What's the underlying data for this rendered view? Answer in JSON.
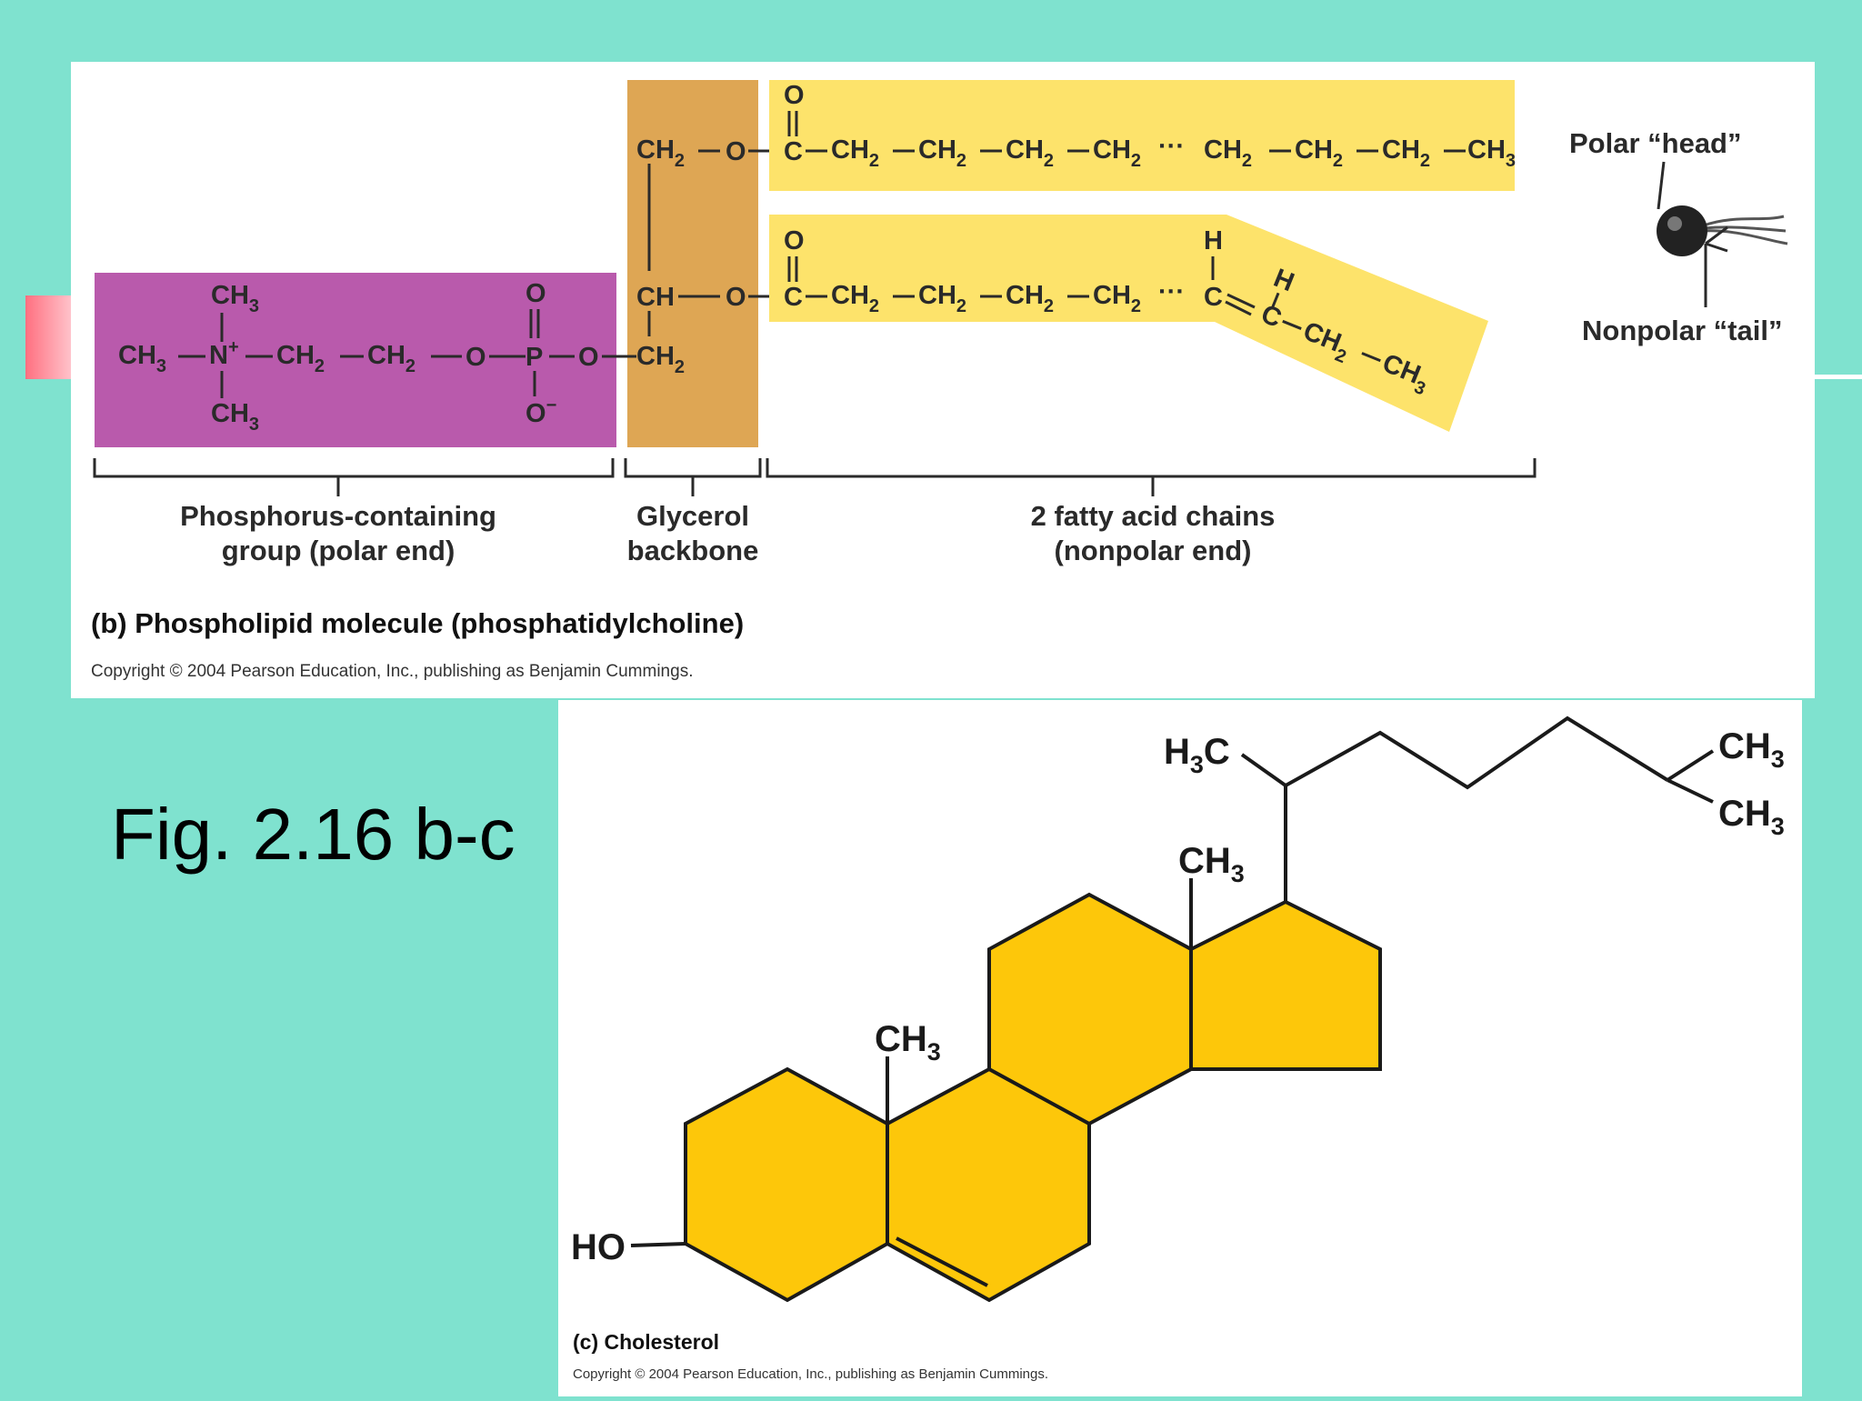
{
  "figure_label": "Fig. 2.16 b-c",
  "panel_b": {
    "caption": "(b) Phospholipid molecule (phosphatidylcholine)",
    "copyright": "Copyright © 2004 Pearson Education, Inc., publishing as Benjamin Cummings.",
    "regions": {
      "phosphorus_group": {
        "line1": "Phosphorus-containing",
        "line2": "group (polar end)",
        "color": "#b95aac"
      },
      "glycerol": {
        "line1": "Glycerol",
        "line2": "backbone",
        "color": "#dea654"
      },
      "fatty_acids": {
        "line1": "2 fatty acid chains",
        "line2": "(nonpolar end)",
        "color": "#fde36b"
      }
    },
    "schematic": {
      "head_label": "Polar “head”",
      "tail_label": "Nonpolar “tail”"
    },
    "atoms": {
      "ch": "CH",
      "c": "C",
      "o": "O",
      "h": "H",
      "n": "N",
      "n_charge": "+",
      "p": "P",
      "o_minus": "O",
      "minus": "−",
      "sub2": "2",
      "sub3": "3",
      "dots": "···"
    }
  },
  "panel_c": {
    "caption": "(c) Cholesterol",
    "copyright": "Copyright © 2004 Pearson Education, Inc., publishing as Benjamin Cummings.",
    "ring_color": "#fdc70a",
    "labels": {
      "ho": "HO",
      "h": "H",
      "c": "C",
      "ch": "CH",
      "sub3": "3"
    }
  }
}
